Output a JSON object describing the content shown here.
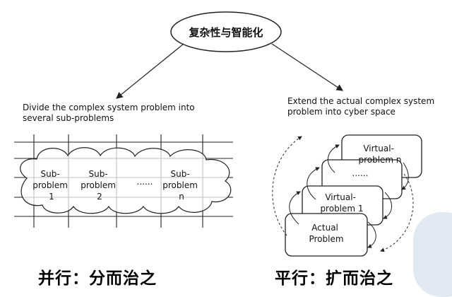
{
  "top_ellipse": {
    "label": "复杂性与智能化"
  },
  "left": {
    "caption": "Divide the complex system problem into\nseveral sub-problems",
    "cells": [
      {
        "lines": [
          "Sub-",
          "problem",
          "1"
        ]
      },
      {
        "lines": [
          "Sub-",
          "problem",
          "2"
        ]
      },
      {
        "lines": [
          "......"
        ]
      },
      {
        "lines": [
          "Sub-",
          "problem",
          "n"
        ]
      }
    ],
    "title": "并行：分而治之"
  },
  "right": {
    "caption": "Extend the actual complex system\nproblem into cyber space",
    "cards": [
      {
        "lines": [
          "Virtual-",
          "problem n"
        ]
      },
      {
        "lines": [
          "......"
        ]
      },
      {
        "lines": [
          "Virtual-",
          "problem 1"
        ]
      },
      {
        "lines": [
          "Actual",
          "Problem"
        ]
      }
    ],
    "title": "平行：扩而治之"
  },
  "colors": {
    "line": "#222222",
    "card_fill": "#ffffff",
    "watermark": "#c9d8ea"
  }
}
